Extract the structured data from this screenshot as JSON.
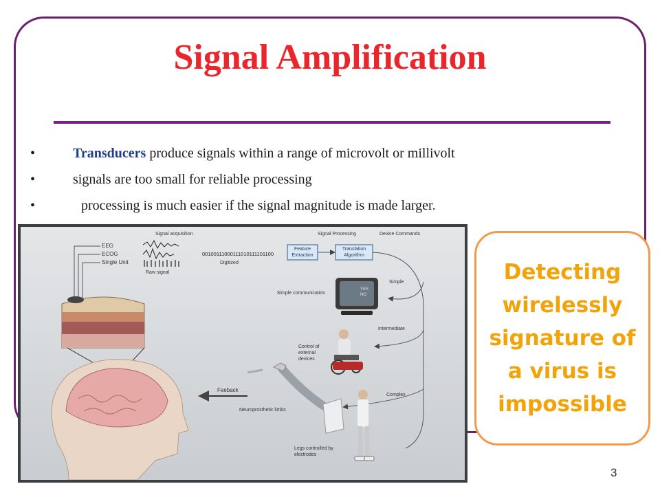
{
  "slide": {
    "title": "Signal Amplification",
    "bullets": [
      {
        "marker": "•",
        "emphasis": "Transducers",
        "text": " produce signals within a range of microvolt or millivolt"
      },
      {
        "marker": "•",
        "text": "signals are too small for reliable processing"
      },
      {
        "marker": "•",
        "text": "processing is much easier if the signal magnitude is made larger."
      }
    ],
    "callout": "Detecting wirelessly signature of a virus is impossible",
    "page_number": "3"
  },
  "diagram": {
    "signal_acquisition": "Signal acquisition",
    "signal_processing": "Signal Processing",
    "device_commands": "Device Commands",
    "eeg": "EEG",
    "ecog": "ECOG",
    "single_unit": "Single Unit",
    "raw_signal": "Raw signal",
    "bits": "00100111000111010111101100",
    "digitized": "Digitized",
    "feature_extraction": "Feature Extraction",
    "translation_algorithm": "Translation Algorithm",
    "simple": "Simple",
    "simple_communication": "Simple communication",
    "intermediate": "Intermediate",
    "control_external": "Control of external devices",
    "complex": "Complex",
    "feedback": "Feeback",
    "neuroprosthetic": "Neuroprosthetic limbs",
    "legs": "Legs controlled by electrodes",
    "tv_yes": "YES",
    "tv_no": "NO"
  }
}
